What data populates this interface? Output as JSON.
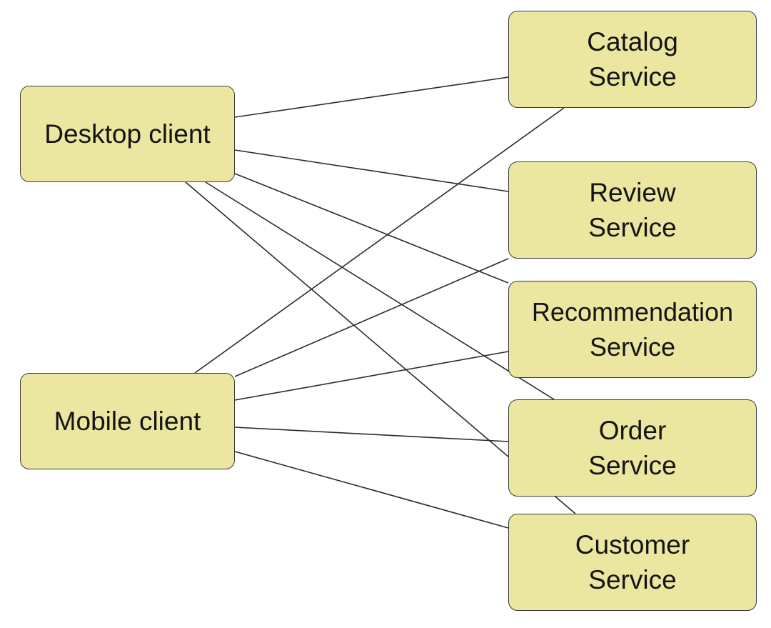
{
  "diagram": {
    "node_fill": "#ebe7a0",
    "line_color": "#2b2b2b",
    "clients": [
      {
        "id": "desktop",
        "label": "Desktop client"
      },
      {
        "id": "mobile",
        "label": "Mobile client"
      }
    ],
    "services": [
      {
        "id": "catalog",
        "label": "Catalog\nService"
      },
      {
        "id": "review",
        "label": "Review\nService"
      },
      {
        "id": "recommendation",
        "label": "Recommendation\nService"
      },
      {
        "id": "order",
        "label": "Order\nService"
      },
      {
        "id": "customer",
        "label": "Customer\nService"
      }
    ],
    "edges": [
      {
        "from": "desktop",
        "to": "catalog"
      },
      {
        "from": "desktop",
        "to": "review"
      },
      {
        "from": "desktop",
        "to": "recommendation"
      },
      {
        "from": "desktop",
        "to": "order"
      },
      {
        "from": "desktop",
        "to": "customer"
      },
      {
        "from": "mobile",
        "to": "catalog"
      },
      {
        "from": "mobile",
        "to": "review"
      },
      {
        "from": "mobile",
        "to": "recommendation"
      },
      {
        "from": "mobile",
        "to": "order"
      },
      {
        "from": "mobile",
        "to": "customer"
      }
    ]
  }
}
